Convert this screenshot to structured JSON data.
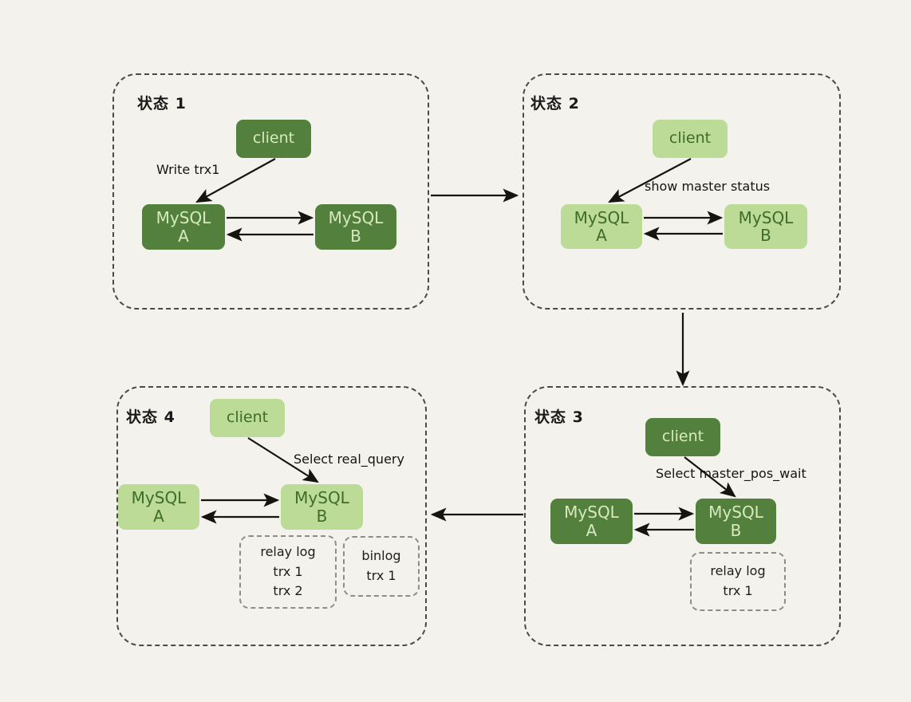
{
  "diagram": {
    "title": "MySQL master-slave replication state transitions",
    "background_color": "#f4f2ed",
    "colors": {
      "node_dark_fill": "#53803d",
      "node_dark_text": "#d8e9bf",
      "node_light_fill": "#bcdb96",
      "node_light_text": "#3f6b2c",
      "panel_border": "#4a4a48",
      "logbox_border": "#8d8d88",
      "arrow": "#15150f"
    }
  },
  "panels": [
    {
      "id": "state-1",
      "title": "状态 1",
      "theme": "dark",
      "client": {
        "label": "client"
      },
      "mysql_a": {
        "line1": "MySQL",
        "line2": "A"
      },
      "mysql_b": {
        "line1": "MySQL",
        "line2": "B"
      },
      "command": "Write trx1",
      "logs": []
    },
    {
      "id": "state-2",
      "title": "状态 2",
      "theme": "light",
      "client": {
        "label": "client"
      },
      "mysql_a": {
        "line1": "MySQL",
        "line2": "A"
      },
      "mysql_b": {
        "line1": "MySQL",
        "line2": "B"
      },
      "command": "show master status",
      "logs": []
    },
    {
      "id": "state-3",
      "title": "状态 3",
      "theme": "dark",
      "client": {
        "label": "client"
      },
      "mysql_a": {
        "line1": "MySQL",
        "line2": "A"
      },
      "mysql_b": {
        "line1": "MySQL",
        "line2": "B"
      },
      "command": "Select master_pos_wait",
      "logs": [
        {
          "name": "relay-log",
          "lines": [
            "relay log",
            "trx 1"
          ]
        }
      ]
    },
    {
      "id": "state-4",
      "title": "状态 4",
      "theme": "light",
      "client": {
        "label": "client"
      },
      "mysql_a": {
        "line1": "MySQL",
        "line2": "A"
      },
      "mysql_b": {
        "line1": "MySQL",
        "line2": "B"
      },
      "command": "Select real_query",
      "logs": [
        {
          "name": "relay-log",
          "lines": [
            "relay log",
            "trx 1",
            "trx 2"
          ]
        },
        {
          "name": "binlog",
          "lines": [
            "binlog",
            "trx 1"
          ]
        }
      ]
    }
  ],
  "transitions": [
    {
      "from": "state-1",
      "to": "state-2",
      "direction": "right"
    },
    {
      "from": "state-2",
      "to": "state-3",
      "direction": "down"
    },
    {
      "from": "state-3",
      "to": "state-4",
      "direction": "left"
    }
  ]
}
